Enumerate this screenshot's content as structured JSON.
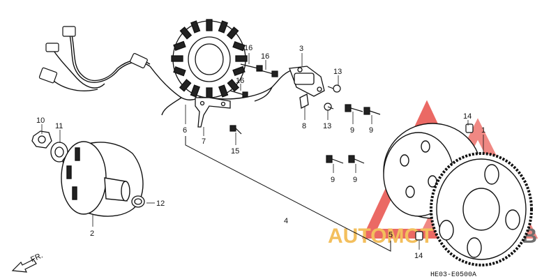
{
  "diagram": {
    "code": "HE03-E0500A",
    "direction_label": "FR.",
    "watermark": {
      "text_left": "AUTOMOT",
      "text_right": "HUB",
      "accent_color": "#e8504a",
      "gold_color": "#f2b441",
      "gray_color": "#555555"
    },
    "callouts": {
      "p1": "1",
      "p2": "2",
      "p3": "3",
      "p4": "4",
      "p5": "5",
      "p6": "6",
      "p7": "7",
      "p8": "8",
      "p9a": "9",
      "p9b": "9",
      "p9c": "9",
      "p9d": "9",
      "p10": "10",
      "p11": "11",
      "p12": "12",
      "p13a": "13",
      "p13b": "13",
      "p14a": "14",
      "p14b": "14",
      "p15": "15",
      "p16a": "16",
      "p16b": "16",
      "p16c": "16"
    }
  }
}
